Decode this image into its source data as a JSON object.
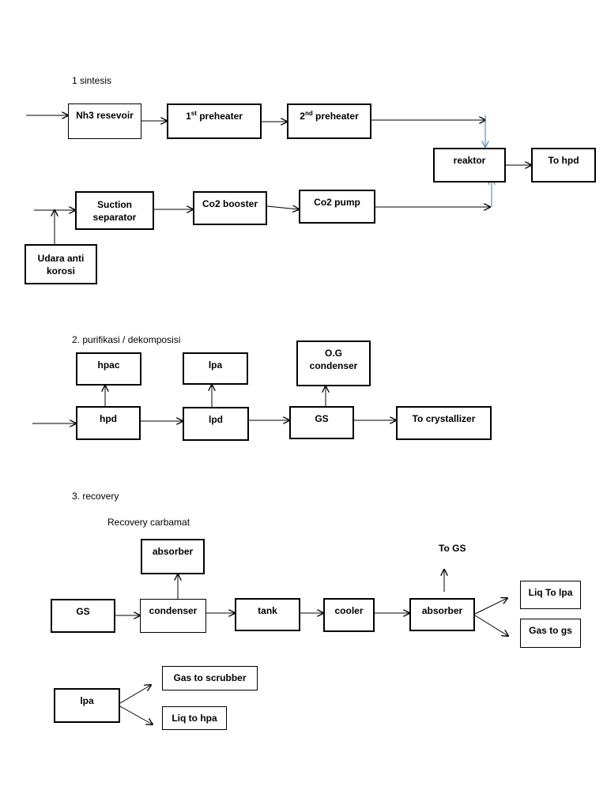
{
  "sections": {
    "s1": "1 sintesis",
    "s2": "2. purifikasi / dekomposisi",
    "s3": "3. recovery",
    "s3_sub": "Recovery carbamat"
  },
  "boxes": {
    "nh3": "Nh3 resevoir",
    "pre1_num": "1",
    "pre1_sup": "st",
    "pre1_text": " preheater",
    "pre2_num": "2",
    "pre2_sup": "nd",
    "pre2_text": " preheater",
    "reaktor": "reaktor",
    "to_hpd": "To hpd",
    "suction1": "Suction",
    "suction2": "separator",
    "co2_booster": "Co2 booster",
    "co2_pump": "Co2 pump",
    "udara1": "Udara anti",
    "udara2": "korosi",
    "hpac": "hpac",
    "lpa_top": "lpa",
    "og1": "O.G",
    "og2": "condenser",
    "hpd": "hpd",
    "lpd": "lpd",
    "gs_purif": "GS",
    "to_cryst": "To crystallizer",
    "absorber_top": "absorber",
    "to_gs_label": "To GS",
    "gs_rec": "GS",
    "condenser": "condenser",
    "tank": "tank",
    "cooler": "cooler",
    "absorber_main": "absorber",
    "liq_to_lpa": "Liq To lpa",
    "gas_to_gs": "Gas to gs",
    "lpa_bottom": "lpa",
    "gas_to_scrubber": "Gas to scrubber",
    "liq_to_hpa": "Liq to hpa"
  },
  "colors": {
    "line": "#000000",
    "blue_arrow": "#5b8ec7"
  }
}
